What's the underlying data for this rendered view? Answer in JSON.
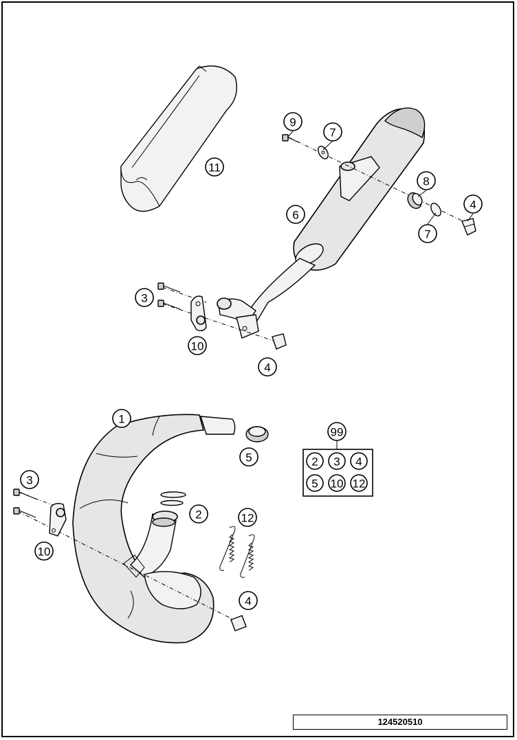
{
  "callouts": {
    "c9": "9",
    "c7a": "7",
    "c11": "11",
    "c8": "8",
    "c4a": "4",
    "c6": "6",
    "c7b": "7",
    "c3a": "3",
    "c10a": "10",
    "c4b": "4",
    "c1": "1",
    "c5": "5",
    "c2": "2",
    "c12": "12",
    "c3b": "3",
    "c10b": "10",
    "c4c": "4"
  },
  "kit": {
    "label": "99",
    "items": [
      "2",
      "3",
      "4",
      "5",
      "10",
      "12"
    ]
  },
  "drawing_number": "124520510"
}
